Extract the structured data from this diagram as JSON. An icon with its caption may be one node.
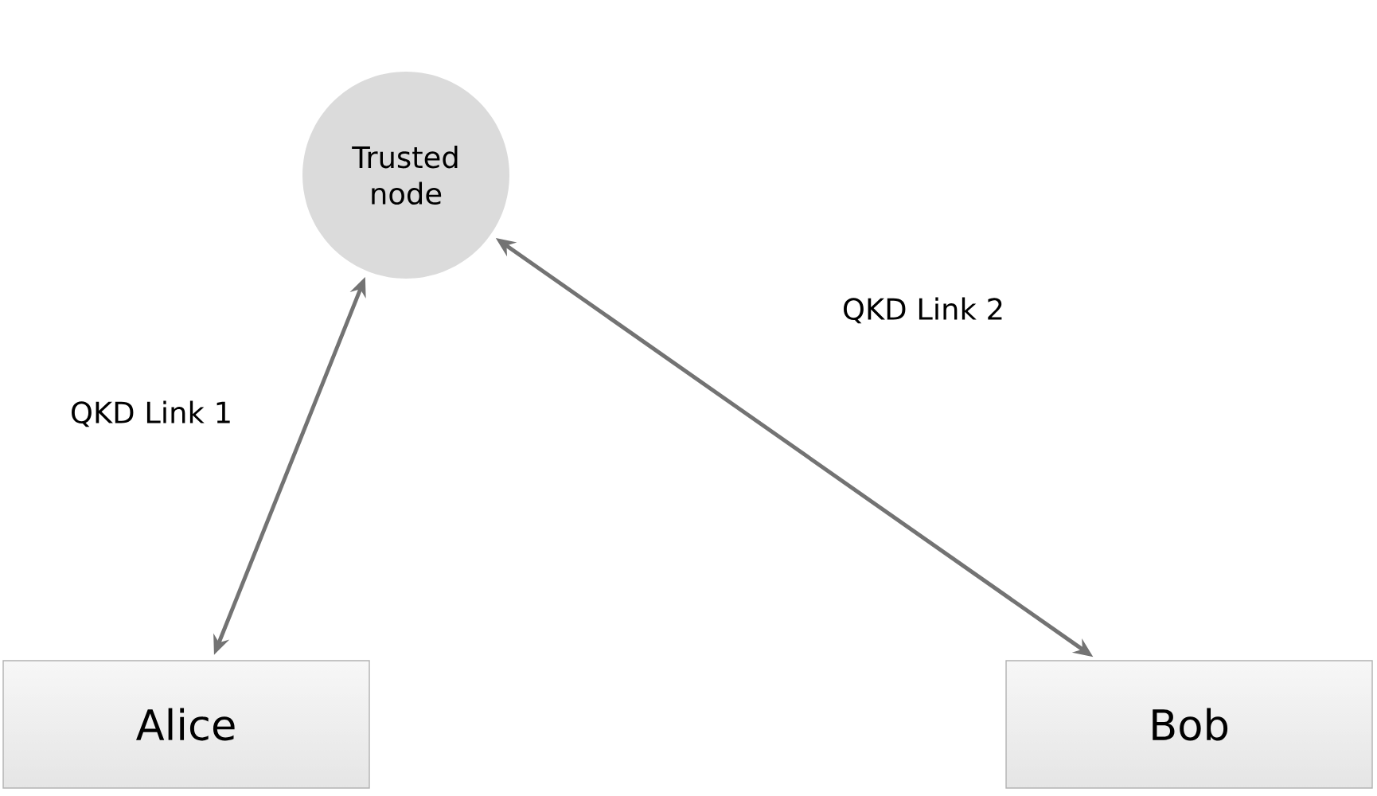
{
  "diagram": {
    "nodes": [
      {
        "text": [
          "Trusted node"
        ]
      },
      {
        "text": [
          "Alice"
        ]
      },
      {
        "text": [
          "Bob"
        ]
      }
    ],
    "edges": [
      {
        "from": 1,
        "to": 0,
        "arrow": "both",
        "label": "QKD Link 1"
      },
      {
        "from": 0,
        "to": 2,
        "arrow": "both",
        "label": "QKD Link 2"
      }
    ]
  }
}
